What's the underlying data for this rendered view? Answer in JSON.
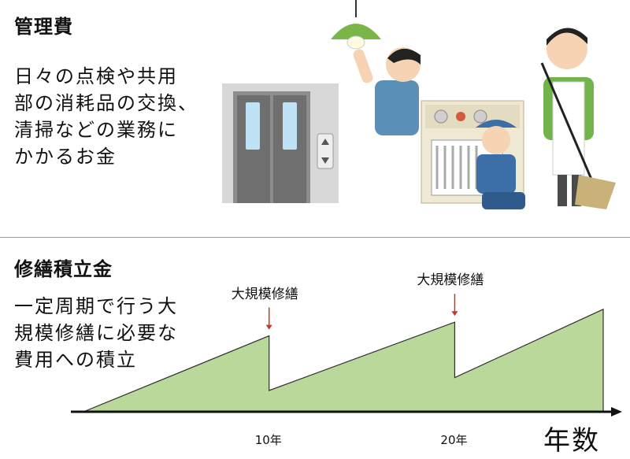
{
  "sections": {
    "management": {
      "title": "管理費",
      "description": "日々の点検や共用\n部の消耗品の交換、\n清掃などの業務に\nかかるお金"
    },
    "reserve": {
      "title": "修繕積立金",
      "description": "一定周期で行う大\n規模修繕に必要な\n費用への積立"
    }
  },
  "colors": {
    "reserve_fill": "#b9d89a",
    "reserve_stroke": "#2f2f2f",
    "marker_arrow": "#c0392b",
    "axis": "#111111"
  },
  "illustrations": [
    "elevator-icon",
    "pendant-lamp-icon",
    "maintenance-worker-icon",
    "inspection-worker-icon",
    "control-panel-icon",
    "janitor-with-broom-icon"
  ],
  "chart_data": {
    "type": "area",
    "x": [
      0,
      10,
      10,
      20,
      20,
      28
    ],
    "y": [
      0,
      100,
      28,
      118,
      45,
      135
    ],
    "xlim": [
      0,
      28.5
    ],
    "ylim": [
      0,
      140
    ],
    "x_ticks": [
      {
        "value": 10,
        "label": "10年"
      },
      {
        "value": 20,
        "label": "20年"
      }
    ],
    "xlabel": "年数",
    "annotations": [
      {
        "x": 10,
        "text": "大規模修繕"
      },
      {
        "x": 20,
        "text": "大規模修繕"
      }
    ],
    "grid": false
  }
}
